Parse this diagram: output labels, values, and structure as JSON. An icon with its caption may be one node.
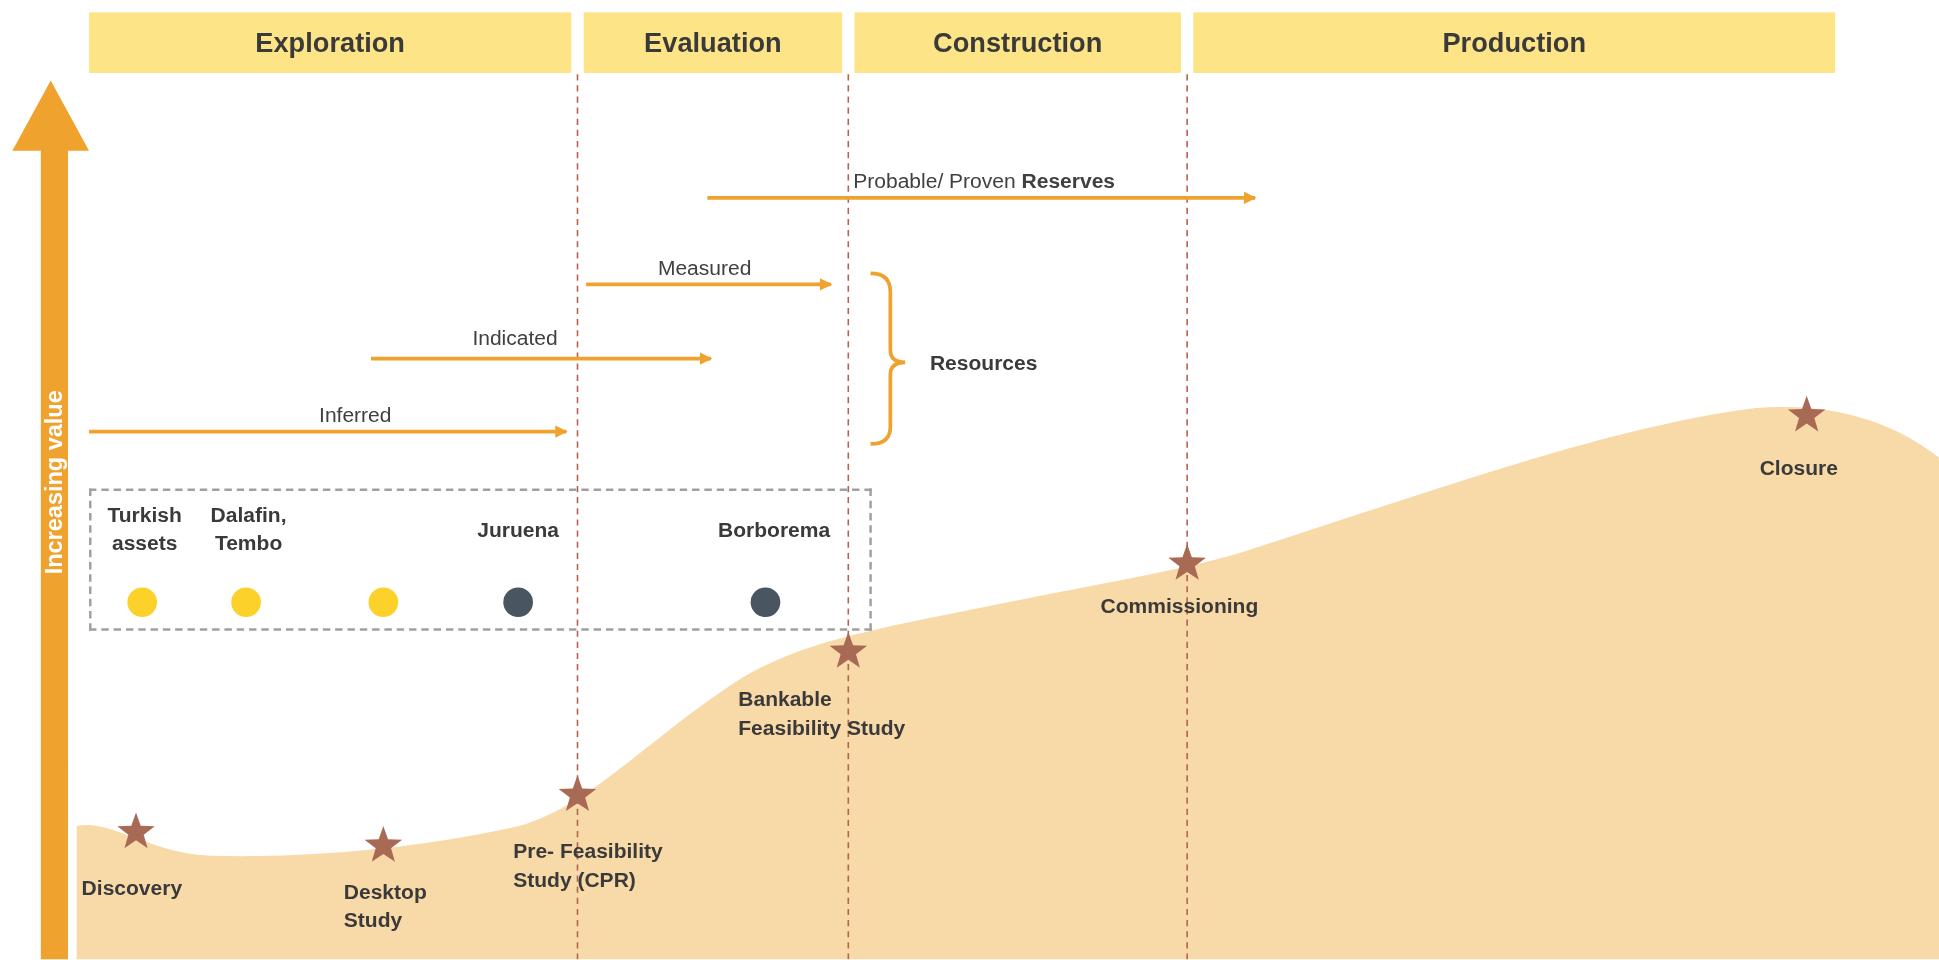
{
  "diagram": {
    "nodes": [
      {
        "text": [
          "Exploration"
        ]
      },
      {
        "text": [
          "Evaluation"
        ]
      },
      {
        "text": [
          "Construction"
        ]
      },
      {
        "text": [
          "Production"
        ]
      },
      {
        "text": [
          "Increasing value"
        ]
      },
      {
        "text": [
          "Turkish assets",
          "Dalafin, Tembo",
          "Juruena",
          "Borborema"
        ]
      }
    ],
    "edges": [],
    "labels": [
      "Probable/ Proven **Reserves**",
      "Measured",
      "Indicated",
      "Resources",
      "Inferred",
      "Closure",
      "Commissioning",
      "Bankable Feasibility Study",
      "Pre- Feasibility Study (CPR)",
      "Discovery",
      "Desktop Study"
    ]
  }
}
